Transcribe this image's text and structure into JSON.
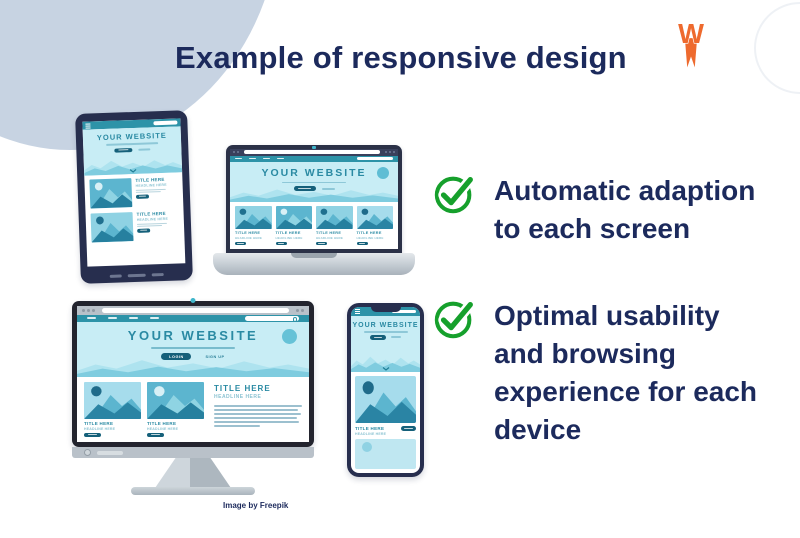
{
  "header": {
    "title": "Example of responsive design"
  },
  "logo": {
    "name": "wp-rocket-logo",
    "color": "#ee6a2e"
  },
  "benefits": [
    {
      "lines": [
        "Automatic adaption",
        "to each screen"
      ]
    },
    {
      "lines": [
        "Optimal usability",
        "and browsing",
        "experience for each",
        "device"
      ]
    }
  ],
  "mock": {
    "site_title": "YOUR WEBSITE",
    "card_title": "TITLE HERE",
    "card_subtitle": "HEADLINE HERE",
    "login_label": "LOGIN",
    "signup_label": "SIGN UP"
  },
  "footer": {
    "credit": "Image by Freepik"
  },
  "colors": {
    "accent_navy": "#1c2a5c",
    "check_green": "#16a02c",
    "logo_orange": "#ee6a2e",
    "device_teal": "#2d93a8",
    "hero_light": "#c8edf5",
    "blob_blue": "#c7d3e2"
  }
}
